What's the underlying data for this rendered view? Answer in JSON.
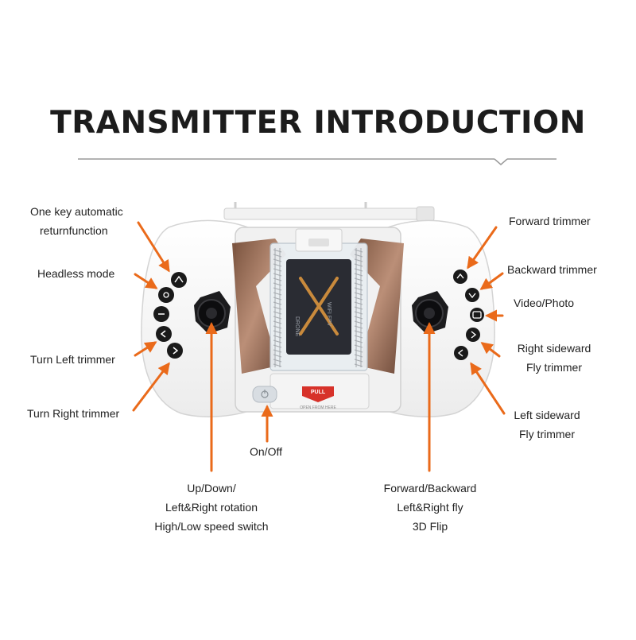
{
  "title": "TRANSMITTER INTRODUCTION",
  "colors": {
    "arrow": "#ea6a1a",
    "text": "#222222",
    "divider": "#9a9a9a"
  },
  "device": {
    "pull_tab": "PULL",
    "pull_sub": "OPEN FROM HERE",
    "badge_brand": "DRONE",
    "badge_model": "WIFI FPV"
  },
  "labels": {
    "one_key_return": [
      "One key automatic",
      "returnfunction"
    ],
    "headless_mode": "Headless mode",
    "turn_left_trimmer": "Turn Left trimmer",
    "turn_right_trimmer": "Turn Right trimmer",
    "on_off": "On/Off",
    "left_stick": [
      "Up/Down/",
      "Left&Right rotation",
      "High/Low speed  switch"
    ],
    "forward_trimmer": "Forward trimmer",
    "backward_trimmer": "Backward trimmer",
    "video_photo": "Video/Photo",
    "right_sideward": [
      "Right sideward",
      "Fly trimmer"
    ],
    "left_sideward": [
      "Left sideward",
      "Fly trimmer"
    ],
    "right_stick": [
      "Forward/Backward",
      "Left&Right fly",
      "3D Flip"
    ]
  }
}
